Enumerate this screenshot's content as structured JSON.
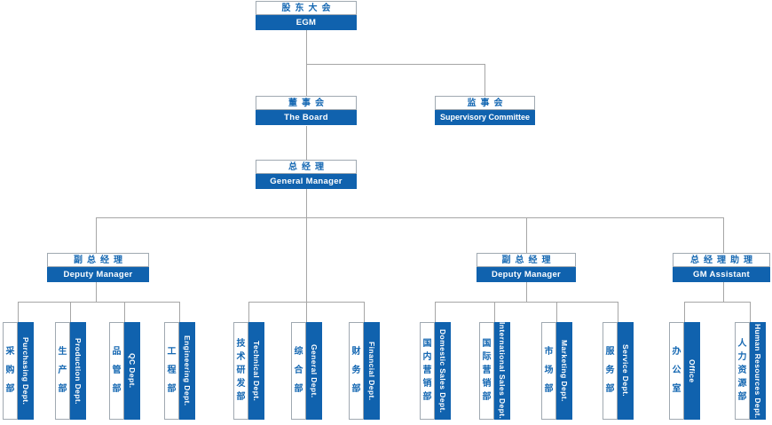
{
  "colors": {
    "accent_blue": "#1062ae",
    "text_blue": "#1467b2",
    "line_gray": "#a6a6a6",
    "border_gray": "#a0a9b1"
  },
  "nodes": {
    "egm": {
      "zh": "股东大会",
      "en": "EGM"
    },
    "board": {
      "zh": "董事会",
      "en": "The Board"
    },
    "supervisory": {
      "zh": "监事会",
      "en": "Supervisory Committee"
    },
    "gm": {
      "zh": "总经理",
      "en": "General Manager"
    },
    "deputy_left": {
      "zh": "副总经理",
      "en": "Deputy Manager"
    },
    "deputy_right": {
      "zh": "副总经理",
      "en": "Deputy Manager"
    },
    "gm_assistant": {
      "zh": "总经理助理",
      "en": "GM Assistant"
    }
  },
  "departments": [
    {
      "parent": "deputy_left",
      "items": [
        {
          "zh": "采购部",
          "en": "Purchasing Dept."
        },
        {
          "zh": "生产部",
          "en": "Production Dept."
        },
        {
          "zh": "品管部",
          "en": "QC Dept."
        },
        {
          "zh": "工程部",
          "en": "Engineering Dept."
        }
      ]
    },
    {
      "parent": "gm",
      "items": [
        {
          "zh": "技术研发部",
          "en": "Technical Dept."
        },
        {
          "zh": "综合部",
          "en": "General Dept."
        },
        {
          "zh": "财务部",
          "en": "Financial Dept."
        }
      ]
    },
    {
      "parent": "deputy_right",
      "items": [
        {
          "zh": "国内营销部",
          "en": "Domestic Sales Dept."
        },
        {
          "zh": "国际营销部",
          "en": "International Sales Dept."
        },
        {
          "zh": "市场部",
          "en": "Marketing Dept."
        },
        {
          "zh": "服务部",
          "en": "Service Dept."
        }
      ]
    },
    {
      "parent": "gm_assistant",
      "items": [
        {
          "zh": "办公室",
          "en": "Office"
        },
        {
          "zh": "人力资源部",
          "en": "Human Resources Dept."
        }
      ]
    }
  ]
}
